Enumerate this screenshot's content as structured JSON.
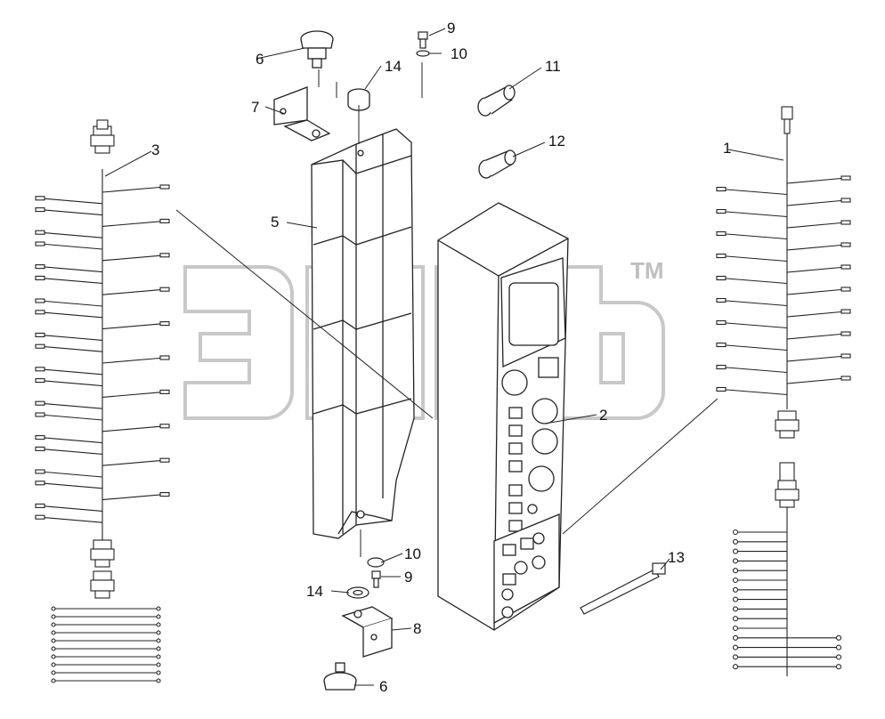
{
  "watermark": {
    "trademark": "TM"
  },
  "callouts": {
    "c1": "1",
    "c2": "2",
    "c3": "3",
    "c5": "5",
    "c6a": "6",
    "c6b": "6",
    "c7": "7",
    "c8": "8",
    "c9a": "9",
    "c9b": "9",
    "c10a": "10",
    "c10b": "10",
    "c11": "11",
    "c12": "12",
    "c13": "13",
    "c14a": "14",
    "c14b": "14"
  }
}
